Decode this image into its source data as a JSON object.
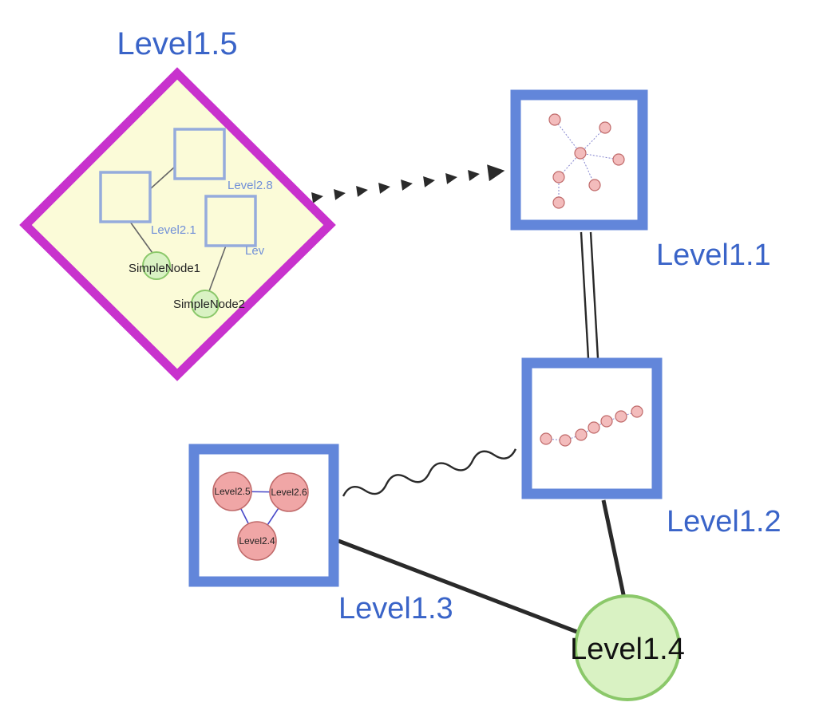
{
  "diagram": {
    "nodes": {
      "level15": {
        "label": "Level1.5",
        "shape": "diamond"
      },
      "level11": {
        "label": "Level1.1",
        "shape": "group-square"
      },
      "level12": {
        "label": "Level1.2",
        "shape": "group-square"
      },
      "level13": {
        "label": "Level1.3",
        "shape": "group-square"
      },
      "level14": {
        "label": "Level1.4",
        "shape": "circle"
      },
      "level28": {
        "label": "Level2.8",
        "shape": "square"
      },
      "level21": {
        "label": "Level2.1",
        "shape": "square"
      },
      "lev": {
        "label": "Lev",
        "shape": "square"
      },
      "simplenode1": {
        "label": "SimpleNode1",
        "shape": "circle"
      },
      "simplenode2": {
        "label": "SimpleNode2",
        "shape": "circle"
      },
      "level25": {
        "label": "Level2.5",
        "shape": "circle"
      },
      "level26": {
        "label": "Level2.6",
        "shape": "circle"
      },
      "level24": {
        "label": "Level2.4",
        "shape": "circle"
      }
    },
    "edges": [
      {
        "from": "Level1.5",
        "to": "Level1.1",
        "style": "bold-dashed-arrow"
      },
      {
        "from": "Level1.1",
        "to": "Level1.2",
        "style": "double-line"
      },
      {
        "from": "Level1.3",
        "to": "Level1.2",
        "style": "wavy"
      },
      {
        "from": "Level1.3",
        "to": "Level1.4",
        "style": "solid"
      },
      {
        "from": "Level1.2",
        "to": "Level1.4",
        "style": "solid"
      },
      {
        "from": "Level2.1",
        "to": "Level2.8",
        "style": "solid"
      },
      {
        "from": "Level2.1",
        "to": "SimpleNode1",
        "style": "solid"
      },
      {
        "from": "Lev",
        "to": "SimpleNode2",
        "style": "solid"
      },
      {
        "from": "Level2.5",
        "to": "Level2.6",
        "style": "solid"
      },
      {
        "from": "Level2.5",
        "to": "Level2.4",
        "style": "solid"
      },
      {
        "from": "Level2.6",
        "to": "Level2.4",
        "style": "solid"
      }
    ],
    "colors": {
      "label_blue": "#3a64c8",
      "inner_label_blue": "#7190d8",
      "diamond_stroke": "#c832cd",
      "diamond_fill": "#fbfbd8",
      "group_border": "#6286da",
      "group_fill": "#ffffff",
      "inner_square_stroke": "#95abdc",
      "green_fill": "#d9f2c3",
      "green_stroke": "#8bc86a",
      "pink_fill": "#f0a6a6",
      "pink_stroke": "#c06a6a",
      "mini_pink_fill": "#f3bcbc",
      "mini_edge_blue": "#8585cf",
      "triangle_edge_blue": "#4848c8",
      "edge_black": "#2a2a2a",
      "label_black": "#111111"
    }
  }
}
